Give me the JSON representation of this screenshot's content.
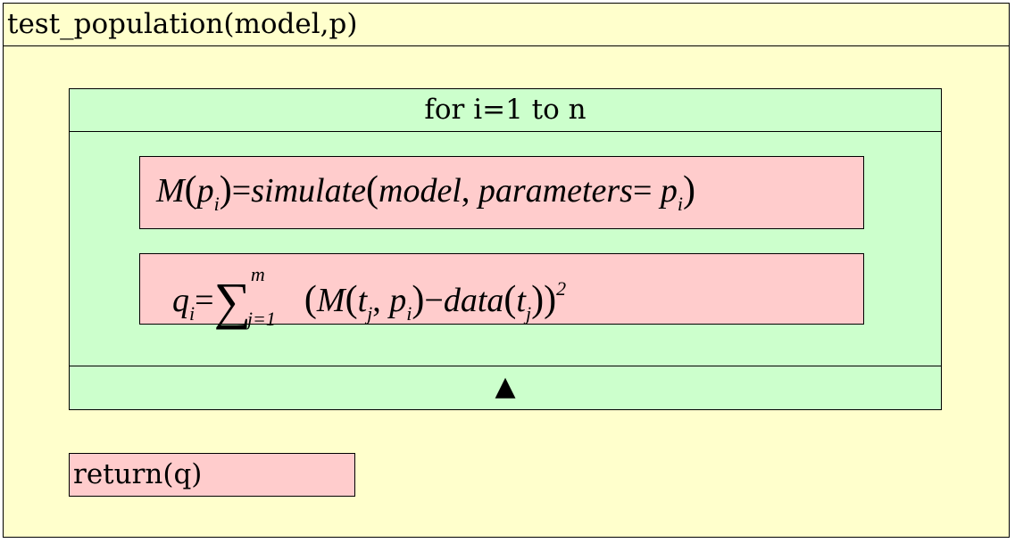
{
  "function_block": {
    "title": "test_population(model,p)"
  },
  "loop_block": {
    "title": "for i=1 to n",
    "end_marker": "▲"
  },
  "statements": {
    "simulate": {
      "lhs_func": "M",
      "lhs_arg": "p",
      "lhs_sub": "i",
      "equals": "=",
      "func": "simulate",
      "arg1": "model",
      "comma": ",",
      "arg2": "parameters",
      "arg2_equals": "=",
      "arg2_value": "p",
      "arg2_sub": "i"
    },
    "error": {
      "lhs": "q",
      "lhs_sub": "i",
      "equals": "=",
      "sum_symbol": "∑",
      "sum_upper": "m",
      "sum_lower": "j=1",
      "model_func": "M",
      "t": "t",
      "t_sub": "j",
      "comma": ",",
      "p": "p",
      "p_sub": "i",
      "minus": "−",
      "data_func": "data",
      "t2": "t",
      "t2_sub": "j",
      "exponent": "2"
    }
  },
  "return_block": {
    "label": "return(q)"
  },
  "colors": {
    "function_bg": "#ffffcc",
    "loop_bg": "#ccffcc",
    "statement_bg": "#ffcccc",
    "border": "#000000"
  }
}
